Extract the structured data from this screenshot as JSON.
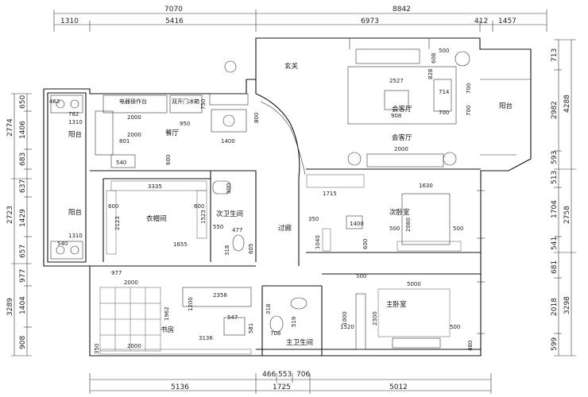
{
  "top_dims_row1": [
    "7070",
    "8842"
  ],
  "top_dims_row2": [
    "1310",
    "5416",
    "6973",
    "412",
    "1457"
  ],
  "bottom_dims_row1": [
    "466",
    "553",
    "706"
  ],
  "bottom_dims_row2": [
    "5136",
    "1725",
    "5012"
  ],
  "left_dims_outer": [
    "2774",
    "2723",
    "3289"
  ],
  "left_dims_inner": [
    "650",
    "1406",
    "683",
    "637",
    "1429",
    "657",
    "977",
    "1404",
    "908"
  ],
  "right_dims_inner": [
    "713",
    "2982",
    "593",
    "513",
    "1704",
    "541",
    "681",
    "2018",
    "599"
  ],
  "right_dims_outer": [
    "4288",
    "2758",
    "3298"
  ],
  "rooms": {
    "entry": "玄关",
    "living": "会客厅",
    "living_label2": "会客厅",
    "balcony_right": "阳台",
    "balcony_left_top": "阳台",
    "balcony_left_mid": "阳台",
    "dining": "餐厅",
    "cloakroom": "衣帽间",
    "second_bath": "次卫生间",
    "corridor": "过廊",
    "second_bed": "次卧室",
    "master_bed": "主卧室",
    "study": "书房",
    "master_bath": "主卫生间"
  },
  "labels": {
    "appliance_counter": "电器操作台",
    "fridge": "双开门冰箱"
  },
  "inner_dims": {
    "d463": "463",
    "d782": "782",
    "d1310a": "1310",
    "d2000a": "2000",
    "d950": "950",
    "d750": "750",
    "d800": "800",
    "d801": "801",
    "d2000b": "2000",
    "d1400a": "1400",
    "d540a": "540",
    "d600a": "600",
    "d3335": "3335",
    "d900": "900",
    "d600b": "600",
    "d2123": "2123",
    "d1523": "1523",
    "d550": "550",
    "d1655": "1655",
    "d600c": "600",
    "d477": "477",
    "d318a": "318",
    "d605": "605",
    "d1310b": "1310",
    "d540b": "540",
    "d977": "977",
    "d2000c": "2000",
    "d1962": "1962",
    "d2358": "2358",
    "d1200": "1200",
    "d547": "547",
    "d581": "581",
    "d3136": "3136",
    "d2000d": "2000",
    "d350a": "350",
    "d318b": "318",
    "d519": "519",
    "d708": "708",
    "d1000": "1000",
    "d1520": "1520",
    "d500a": "500",
    "d5000": "5000",
    "d2300": "2300",
    "d500b": "500",
    "d480": "480",
    "d1040": "1040",
    "d350b": "350",
    "d1400b": "1400",
    "d500c": "500",
    "d2080": "2080",
    "d500d": "500",
    "d600d": "600",
    "d1630": "1630",
    "d1715": "1715",
    "d2000e": "2000",
    "d2527": "2527",
    "d500e": "500",
    "d608": "608",
    "d700a": "700",
    "d714": "714",
    "d908": "908",
    "d700b": "700",
    "d700c": "700",
    "d828": "828"
  }
}
